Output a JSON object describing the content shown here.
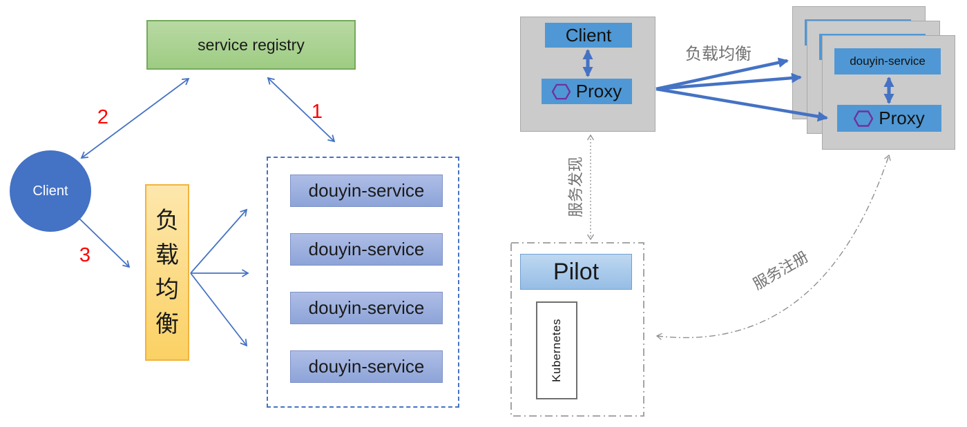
{
  "colors": {
    "arrow-blue": "#4472c4",
    "box-blue": "#4f98d5",
    "panel-gray": "#cbcbcb",
    "green-border": "#74a95a",
    "orange-border": "#f2b33c",
    "periwinkle-border": "#7d90c8",
    "pilot-border": "#6f9fd0",
    "hexagon-purple": "#7030a0",
    "label-gray": "#737373",
    "line-gray": "#8f8f8f",
    "step-red": "#ff0000"
  },
  "left": {
    "registry_label": "service registry",
    "client_label": "Client",
    "load_balancer_label": "负载均衡",
    "steps": {
      "s1": "1",
      "s2": "2",
      "s3": "3"
    },
    "services": [
      {
        "label": "douyin-service"
      },
      {
        "label": "douyin-service"
      },
      {
        "label": "douyin-service"
      },
      {
        "label": "douyin-service"
      }
    ]
  },
  "right": {
    "client_label": "Client",
    "client_proxy_label": "Proxy",
    "load_balance_label": "负载均衡",
    "service_label": "douyin-service",
    "service_proxy_label": "Proxy",
    "service_discovery_label": "服务发现",
    "service_registration_label": "服务注册",
    "pilot_label": "Pilot",
    "kubernetes_label": "Kubernetes"
  }
}
